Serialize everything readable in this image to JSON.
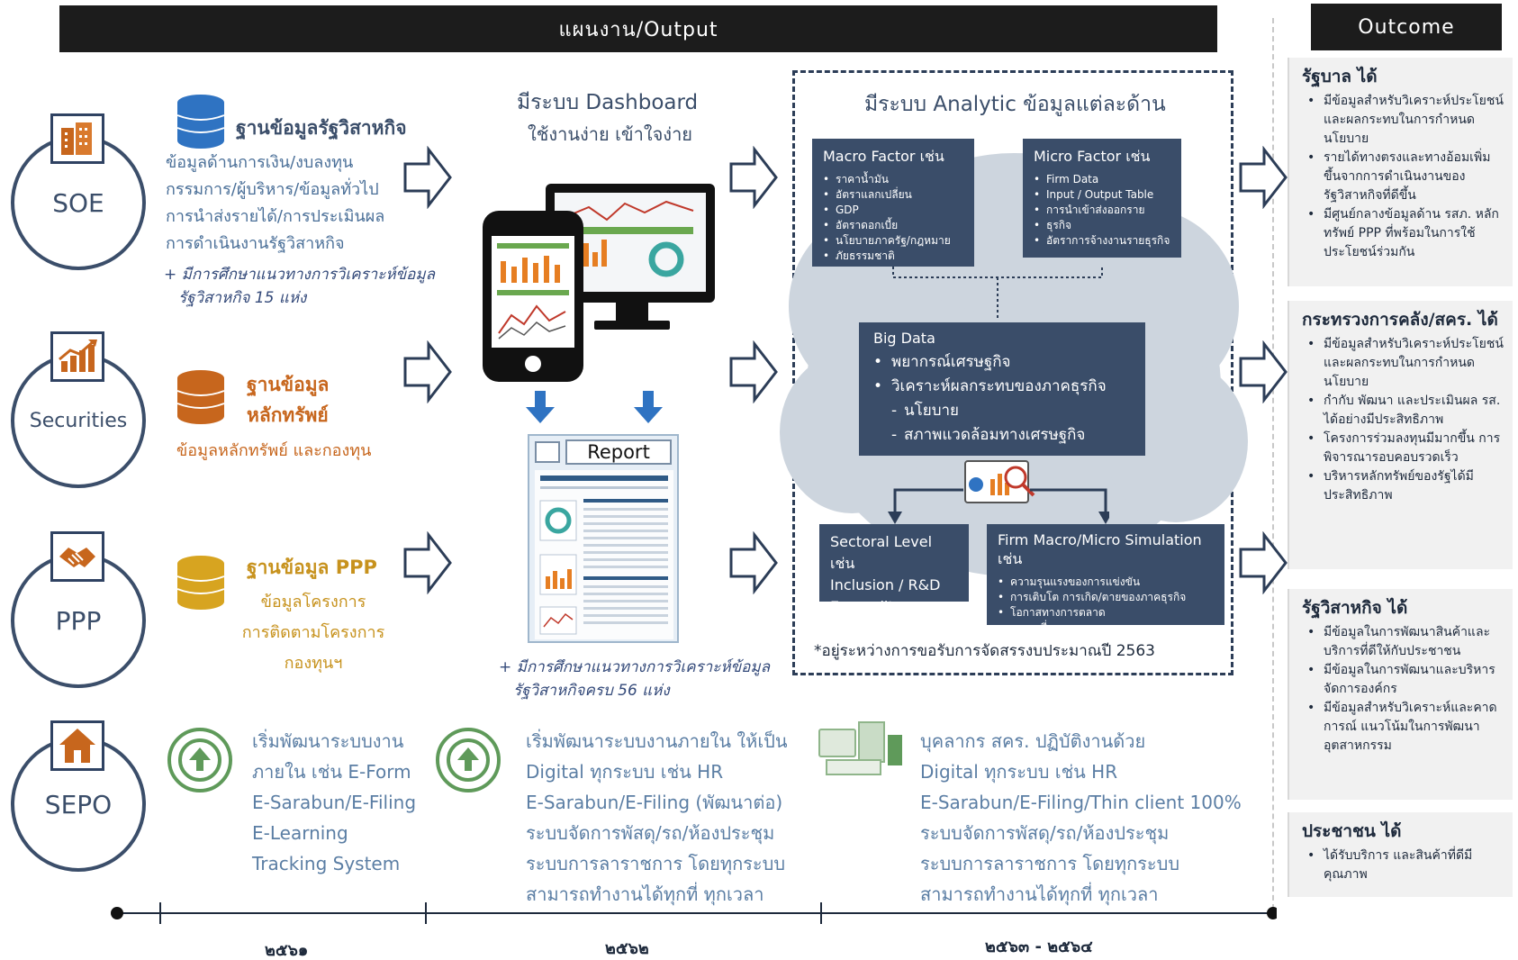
{
  "header": {
    "plan": "แผนงาน/Output",
    "outcome": "Outcome"
  },
  "categories": [
    {
      "label": "SOE"
    },
    {
      "label": "Securities"
    },
    {
      "label": "PPP"
    },
    {
      "label": "SEPO"
    }
  ],
  "soe": {
    "title": "ฐานข้อมูลรัฐวิสาหกิจ",
    "lines": [
      "ข้อมูลด้านการเงิน/งบลงทุน",
      "กรรมการ/ผู้บริหาร/ข้อมูลทั่วไป",
      "การนำส่งรายได้/การประเมินผล",
      "การดำเนินงานรัฐวิสาหกิจ"
    ],
    "note1": "+ มีการศึกษาแนวทางการวิเคราะห์ข้อมูล",
    "note2": "รัฐวิสาหกิจ 15 แห่ง"
  },
  "securities": {
    "title1": "ฐานข้อมูล",
    "title2": "หลักทรัพย์",
    "desc": "ข้อมูลหลักทรัพย์ และกองทุน"
  },
  "ppp": {
    "title": "ฐานข้อมูล PPP",
    "lines": [
      "ข้อมูลโครงการ",
      "การติดตามโครงการ",
      "กองทุนฯ"
    ]
  },
  "dashboard": {
    "title": "มีระบบ Dashboard",
    "subtitle": "ใช้งานง่าย เข้าใจง่าย",
    "report": "Report",
    "note1": "+ มีการศึกษาแนวทางการวิเคราะห์ข้อมูล",
    "note2": "รัฐวิสาหกิจครบ 56 แห่ง"
  },
  "analytic": {
    "title": "มีระบบ Analytic ข้อมูลแต่ละด้าน",
    "macro": {
      "head": "Macro Factor เช่น",
      "items": [
        "ราคาน้ำมัน",
        "อัตราแลกเปลี่ยน",
        "GDP",
        "อัตราดอกเบี้ย",
        "นโยบายภาครัฐ/กฎหมาย",
        "ภัยธรรมชาติ"
      ]
    },
    "micro": {
      "head": "Micro Factor เช่น",
      "items": [
        "Firm Data",
        "Input / Output Table",
        "การนำเข้าส่งออกราย",
        "ธุรกิจ",
        "อัตราการจ้างงานรายธุรกิจ"
      ]
    },
    "bigdata": {
      "head": "Big Data",
      "items": [
        "พยากรณ์เศรษฐกิจ",
        "วิเคราะห์ผลกระทบของภาคธุรกิจ"
      ],
      "subs": [
        "นโยบาย",
        "สภาพแวดล้อมทางเศรษฐกิจ"
      ]
    },
    "sectoral": {
      "lines": [
        "Sectoral Level เช่น",
        "Inclusion / R&D",
        "Expenditure"
      ]
    },
    "firm": {
      "head": "Firm Macro/Micro Simulation เช่น",
      "items": [
        "ความรุนแรงของการแข่งขัน",
        "การเติบโต การเกิด/ตายของภาคธุรกิจ",
        "โอกาสทางการตลาด",
        "ความเสี่ยง"
      ]
    },
    "note": "*อยู่ระหว่างการขอรับการจัดสรรงบประมาณปี 2563"
  },
  "sepo": {
    "col1": [
      "เริ่มพัฒนาระบบงาน",
      "ภายใน เช่น E-Form",
      "E-Sarabun/E-Filing",
      "E-Learning",
      "Tracking System"
    ],
    "col2": [
      "เริ่มพัฒนาระบบงานภายใน ให้เป็น",
      "Digital ทุกระบบ เช่น HR",
      "E-Sarabun/E-Filing (พัฒนาต่อ)",
      "ระบบจัดการพัสดุ/รถ/ห้องประชุม",
      "ระบบการลาราชการ โดยทุกระบบ",
      "สามารถทำงานได้ทุกที่ ทุกเวลา"
    ],
    "col3": [
      "บุคลากร สคร. ปฏิบัติงานด้วย",
      "Digital ทุกระบบ เช่น HR",
      "E-Sarabun/E-Filing/Thin client 100%",
      "ระบบจัดการพัสดุ/รถ/ห้องประชุม",
      "ระบบการลาราชการ โดยทุกระบบ",
      "สามารถทำงานได้ทุกที่ ทุกเวลา"
    ]
  },
  "timeline": {
    "y1": "๒๕๖๑",
    "y2": "๒๕๖๒",
    "y3": "๒๕๖๓ - ๒๕๖๔"
  },
  "outcomes": [
    {
      "head": "รัฐบาล ได้",
      "items": [
        "มีข้อมูลสำหรับวิเคราะห์ประโยชน์และผลกระทบในการกำหนดนโยบาย",
        "รายได้ทางตรงและทางอ้อมเพิ่มขึ้นจากการดำเนินงานของรัฐวิสาหกิจที่ดีขึ้น",
        "มีศูนย์กลางข้อมูลด้าน รสภ. หลักทรัพย์ PPP ที่พร้อมในการใช้ประโยชน์ร่วมกัน"
      ]
    },
    {
      "head": "กระทรวงการคลัง/สคร. ได้",
      "items": [
        "มีข้อมูลสำหรับวิเคราะห์ประโยชน์ และผลกระทบในการกำหนดนโยบาย",
        "กำกับ พัฒนา และประเมินผล รส. ได้อย่างมีประสิทธิภาพ",
        "โครงการร่วมลงทุนมีมากขึ้น การพิจารณารอบคอบรวดเร็ว",
        "บริหารหลักทรัพย์ของรัฐได้มีประสิทธิภาพ"
      ]
    },
    {
      "head": "รัฐวิสาหกิจ ได้",
      "items": [
        "มีข้อมูลในการพัฒนาสินค้าและบริการที่ดีให้กับประชาชน",
        "มีข้อมูลในการพัฒนาและบริหารจัดการองค์กร",
        "มีข้อมูลสำหรับวิเคราะห์และคาดการณ์ แนวโน้มในการพัฒนาอุตสาหกรรม"
      ]
    },
    {
      "head": "ประชาชน ได้",
      "items": [
        "ได้รับบริการ และสินค้าที่ดีมีคุณภาพ"
      ]
    }
  ],
  "colors": {
    "navy": "#3a4d69",
    "text": "#4a6f98",
    "orange": "#c7661d",
    "gold": "#c7921d",
    "green": "#5f9a5a"
  }
}
